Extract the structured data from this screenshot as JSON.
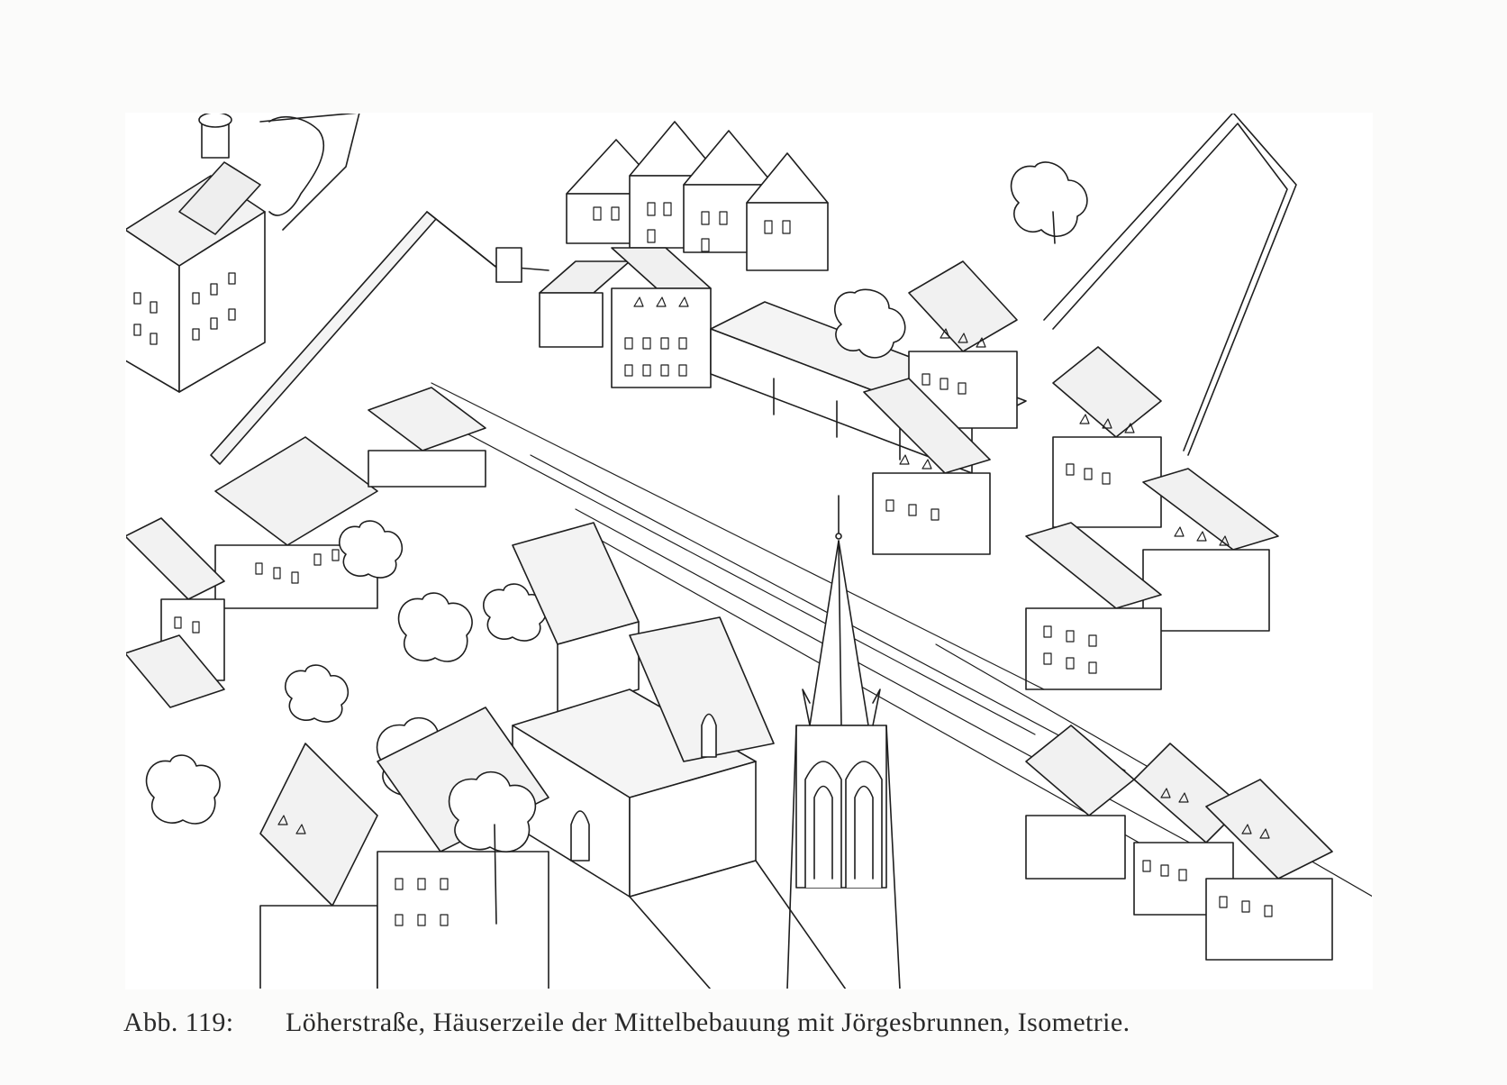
{
  "caption": {
    "label": "Abb. 119:",
    "text": "Löherstraße, Häuserzeile der Mittelbebauung mit Jörgesbrunnen, Isometrie."
  },
  "figure": {
    "kind": "isometric line drawing of a street block with houses, walls, trees and a church spire",
    "ink_color": "#1e1e1e",
    "paper_color": "#ffffff"
  }
}
